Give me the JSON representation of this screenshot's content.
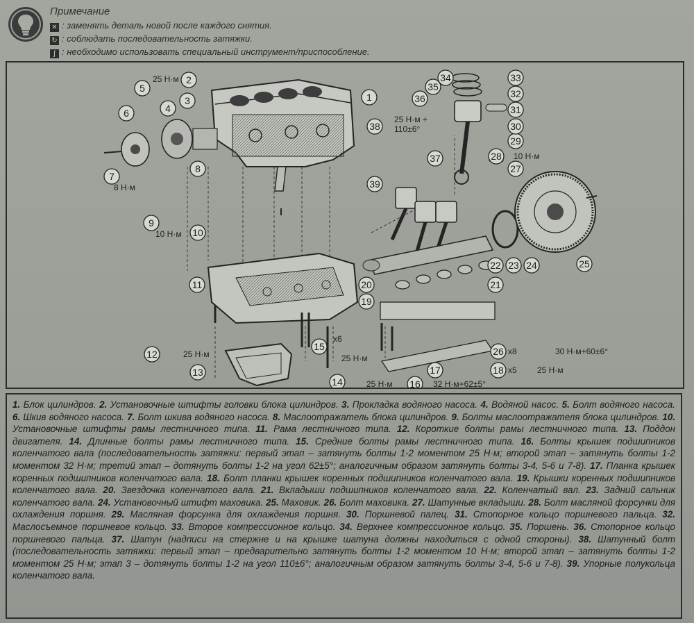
{
  "note": {
    "title": "Примечание",
    "lines": [
      {
        "icon": "replace-part-icon",
        "text": ": заменять деталь новой после каждого снятия."
      },
      {
        "icon": "tighten-sequence-icon",
        "text": ": соблюдать последовательность затяжки."
      },
      {
        "icon": "special-tool-icon",
        "text": ": необходимо использовать специальный инструмент/приспособление."
      }
    ]
  },
  "callouts": {
    "c1": "1",
    "c2": "2",
    "c3": "3",
    "c4": "4",
    "c5": "5",
    "c6": "6",
    "c7": "7",
    "c8": "8",
    "c9": "9",
    "c10": "10",
    "c11": "11",
    "c12": "12",
    "c13": "13",
    "c14": "14",
    "c15": "15",
    "c16": "16",
    "c17": "17",
    "c18": "18",
    "c19": "19",
    "c20": "20",
    "c21": "21",
    "c22": "22",
    "c23": "23",
    "c24": "24",
    "c25": "25",
    "c26": "26",
    "c27": "27",
    "c28": "28",
    "c29": "29",
    "c30": "30",
    "c31": "31",
    "c32": "32",
    "c33": "33",
    "c34": "34",
    "c35": "35",
    "c36": "36",
    "c37": "37",
    "c38": "38",
    "c39": "39"
  },
  "torques": {
    "t2": "25 Н·м",
    "t7": "8 Н·м",
    "t9": "10 Н·м",
    "t12": "25 Н·м",
    "t14": "25 Н·м",
    "t15": "25 Н·м",
    "t16": "32 Н·м+62±5°",
    "t18": "25 Н·м",
    "t26": "30 Н·м+60±6°",
    "t28": "10 Н·м",
    "t38a": "25 Н·м +",
    "t38b": "110±6°",
    "x15": "x6",
    "x18": "x5",
    "x26": "x8"
  },
  "legend": [
    {
      "n": "1.",
      "t": "Блок цилиндров."
    },
    {
      "n": "2.",
      "t": "Установочные штифты головки блока цилиндров."
    },
    {
      "n": "3.",
      "t": "Прокладка водяного насоса."
    },
    {
      "n": "4.",
      "t": "Водяной насос."
    },
    {
      "n": "5.",
      "t": "Болт водяного насоса."
    },
    {
      "n": "6.",
      "t": "Шкив водяного насоса."
    },
    {
      "n": "7.",
      "t": "Болт шкива водяного насоса."
    },
    {
      "n": "8.",
      "t": "Маслоотражатель блока цилиндров."
    },
    {
      "n": "9.",
      "t": "Болты маслоотражателя блока цилиндров."
    },
    {
      "n": "10.",
      "t": "Установочные штифты рамы лестничного типа."
    },
    {
      "n": "11.",
      "t": "Рама лестничного типа."
    },
    {
      "n": "12.",
      "t": "Короткие болты рамы лестничного типа."
    },
    {
      "n": "13.",
      "t": "Поддон двигателя."
    },
    {
      "n": "14.",
      "t": "Длинные болты рамы лестничного типа."
    },
    {
      "n": "15.",
      "t": "Средние болты рамы лестничного типа."
    },
    {
      "n": "16.",
      "t": "Болты крышек подшипников коленчатого вала (последовательность затяжки: первый этап – затянуть болты 1-2 моментом 25 Н·м; второй этап – затянуть болты 1-2 моментом 32 Н·м; третий этап – дотянуть болты 1-2 на угол 62±5°; аналогичным образом затянуть болты 3-4, 5-6 и 7-8)."
    },
    {
      "n": "17.",
      "t": "Планка крышек коренных подшипников коленчатого вала."
    },
    {
      "n": "18.",
      "t": "Болт планки крышек коренных подшипников коленчатого вала."
    },
    {
      "n": "19.",
      "t": "Крышки коренных подшипников коленчатого вала."
    },
    {
      "n": "20.",
      "t": "Звездочка коленчатого вала."
    },
    {
      "n": "21.",
      "t": "Вкладыши подшипников коленчатого вала."
    },
    {
      "n": "22.",
      "t": "Коленчатый вал."
    },
    {
      "n": "23.",
      "t": "Задний сальник коленчатого вала."
    },
    {
      "n": "24.",
      "t": "Установочный штифт маховика."
    },
    {
      "n": "25.",
      "t": "Маховик."
    },
    {
      "n": "26.",
      "t": "Болт маховика."
    },
    {
      "n": "27.",
      "t": "Шатунные вкладыши."
    },
    {
      "n": "28.",
      "t": "Болт масляной форсунки для охлаждения поршня."
    },
    {
      "n": "29.",
      "t": "Масляная форсунка для охлаждения поршня."
    },
    {
      "n": "30.",
      "t": "Поршневой палец."
    },
    {
      "n": "31.",
      "t": "Стопорное кольцо поршневого пальца."
    },
    {
      "n": "32.",
      "t": "Маслосъемное поршневое кольцо."
    },
    {
      "n": "33.",
      "t": "Второе компрессионное кольцо."
    },
    {
      "n": "34.",
      "t": "Верхнее компрессионное кольцо."
    },
    {
      "n": "35.",
      "t": "Поршень."
    },
    {
      "n": "36.",
      "t": "Стопорное кольцо поршневого пальца."
    },
    {
      "n": "37.",
      "t": "Шатун (надписи на стержне и на крышке шатуна должны находиться с одной стороны)."
    },
    {
      "n": "38.",
      "t": "Шатунный болт (последовательность затяжки: первый этап – предварительно затянуть болты 1-2 моментом 10 Н·м; второй этап – затянуть болты 1-2 моментом 25 Н·м; этап 3 – дотянуть болты 1-2 на угол 110±6°; аналогичным образом затянуть болты 3-4, 5-6 и 7-8)."
    },
    {
      "n": "39.",
      "t": "Упорные полукольца коленчатого вала."
    }
  ]
}
